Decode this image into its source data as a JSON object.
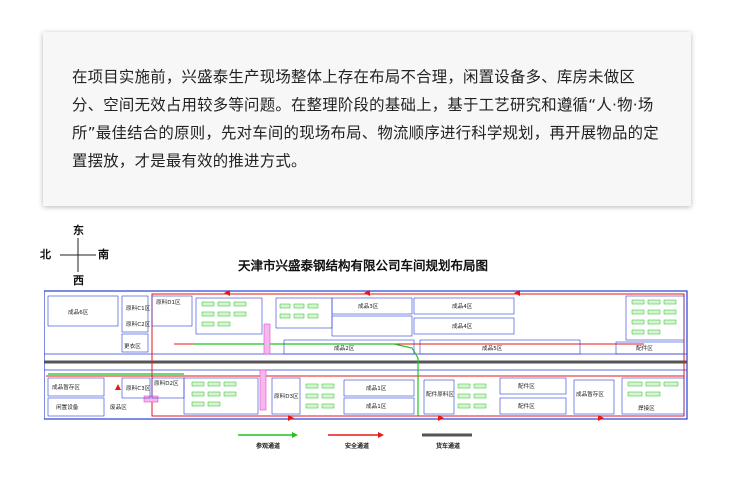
{
  "intro": {
    "text": "在项目实施前，兴盛泰生产现场整体上存在布局不合理，闲置设备多、库房未做区分、空间无效占用较多等问题。在整理阶段的基础上，基于工艺研究和遵循“人·物·场所”最佳结合的原则，先对车间的现场布局、物流顺序进行科学规划，再开展物品的定置摆放，才是最有效的推进方式。"
  },
  "compass": {
    "east": "东",
    "north": "北",
    "south": "南",
    "west": "西"
  },
  "layout": {
    "title": "天津市兴盛泰钢结构有限公司车间规划布局图",
    "zones": {
      "finished6": "成品6区",
      "rawC1": "原料C1区",
      "rawC2": "原料C2区",
      "changing": "更衣区",
      "rawD1": "原料D1区",
      "finished3": "成品3区",
      "finished4a": "成品4区",
      "finished4b": "成品4区",
      "finished2": "成品2区",
      "finished5": "成品5区",
      "parts1": "配件区",
      "finishedTemp": "成品暂存区",
      "rawC3": "原料C3区",
      "rawD2": "原料D2区",
      "idle": "闲置设备",
      "waste": "废品区",
      "rawD3": "原料D3区",
      "finished1a": "成品1区",
      "finished1b": "成品1区",
      "partsRaw": "配件原料区",
      "parts2": "配件区",
      "parts3": "配件区",
      "finishedStore": "成品暂存区",
      "welding": "焊接区"
    }
  },
  "legend": {
    "visit": "参观通道",
    "safety": "安全通道",
    "vehicle": "货车通道"
  },
  "colors": {
    "wall": "#2a3fd6",
    "safety": "#e61919",
    "visit": "#1fc41f",
    "vehicle": "#555555",
    "station": "#e84ad0"
  }
}
